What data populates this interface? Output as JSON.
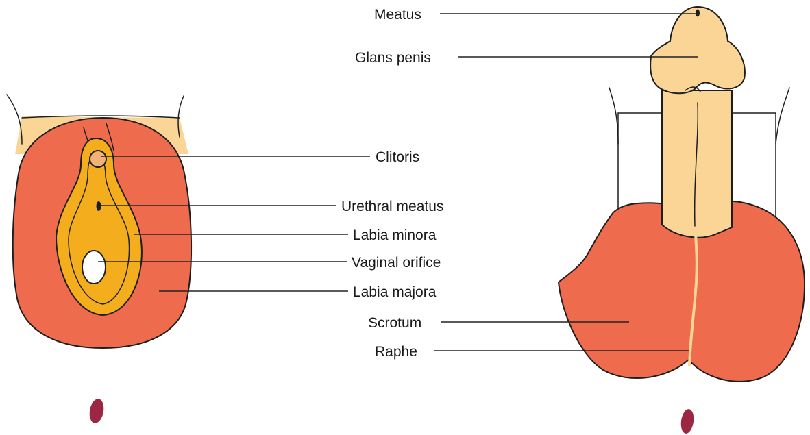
{
  "colors": {
    "skin": "#fbd596",
    "labia_majora": "#ee6b4d",
    "labia_minora": "#f4ae1d",
    "clitoris": "#f1b27a",
    "orifice": "#ffffff",
    "anus": "#9b2742",
    "line": "#222222"
  },
  "female": {
    "labels": {
      "clitoris": "Clitoris",
      "urethral_meatus": "Urethral meatus",
      "labia_minora": "Labia minora",
      "vaginal_orifice": "Vaginal orifice",
      "labia_majora": "Labia majora"
    }
  },
  "male": {
    "labels": {
      "meatus": "Meatus",
      "glans_penis": "Glans penis",
      "scrotum": "Scrotum",
      "raphe": "Raphe"
    }
  }
}
